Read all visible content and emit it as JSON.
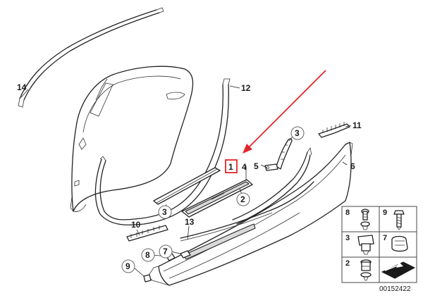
{
  "callouts": {
    "c14": "14",
    "c12": "12",
    "c11": "11",
    "c3a": "3",
    "c1": "1",
    "c4": "4",
    "c5": "5",
    "c6": "6",
    "c2": "2",
    "c3b": "3",
    "c10": "10",
    "c13": "13",
    "c8": "8",
    "c7": "7",
    "c9": "9"
  },
  "legend": {
    "cells": [
      "8",
      "9",
      "3",
      "7",
      "2",
      ""
    ]
  },
  "reference_number": "00152422",
  "colors": {
    "arrow": "#e0262a",
    "highlight_box": "#e0262a",
    "line": "#222222"
  }
}
